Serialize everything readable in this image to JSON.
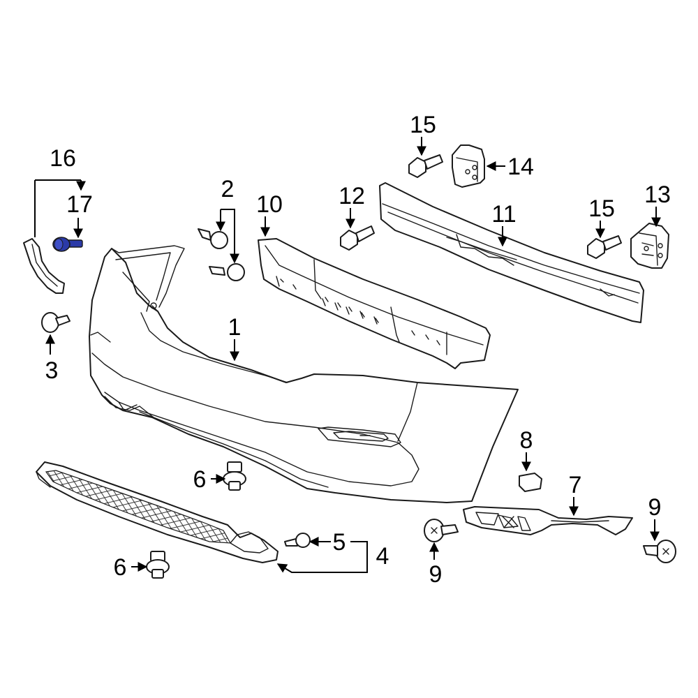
{
  "callouts": {
    "c1": "1",
    "c2": "2",
    "c3": "3",
    "c4": "4",
    "c5": "5",
    "c6a": "6",
    "c6b": "6",
    "c7": "7",
    "c8": "8",
    "c9a": "9",
    "c9b": "9",
    "c10": "10",
    "c11": "11",
    "c12": "12",
    "c13": "13",
    "c14": "14",
    "c15a": "15",
    "c15b": "15",
    "c16": "16",
    "c17": "17"
  },
  "colors": {
    "highlight_part": "#2b3aa8",
    "line": "#1a1a1a"
  }
}
